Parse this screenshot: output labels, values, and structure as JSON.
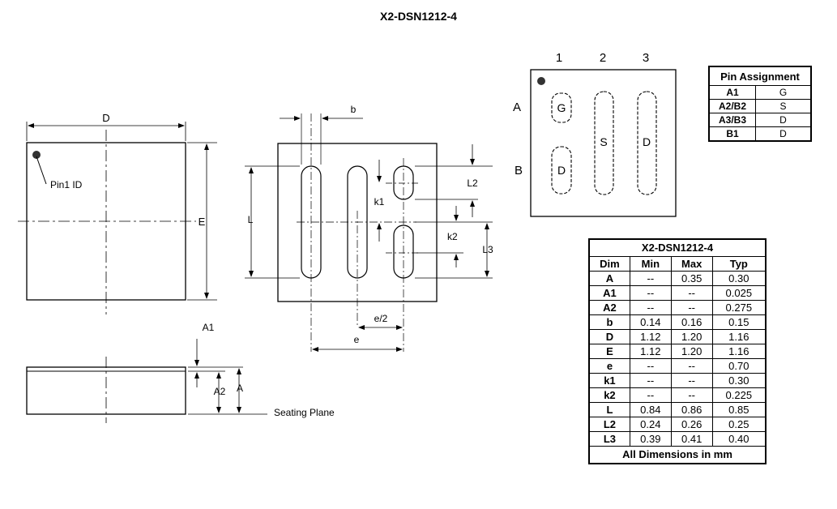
{
  "title": "X2-DSN1212-4",
  "top_view": {
    "width_label": "D",
    "height_label": "E",
    "pin1_label": "Pin1 ID"
  },
  "bottom_view": {
    "labels": {
      "b": "b",
      "L": "L",
      "k1": "k1",
      "L2": "L2",
      "k2": "k2",
      "L3": "L3",
      "e_half": "e/2",
      "e": "e"
    }
  },
  "side_view": {
    "A1": "A1",
    "A2": "A2",
    "A": "A",
    "seating_plane": "Seating Plane"
  },
  "pinout": {
    "columns": [
      "1",
      "2",
      "3"
    ],
    "rows": [
      "A",
      "B"
    ],
    "pads": {
      "A1": "G",
      "B1": "D",
      "S": "S",
      "D": "D"
    }
  },
  "pin_assignment": {
    "header": "Pin Assignment",
    "rows": [
      [
        "A1",
        "G"
      ],
      [
        "A2/B2",
        "S"
      ],
      [
        "A3/B3",
        "D"
      ],
      [
        "B1",
        "D"
      ]
    ]
  },
  "dimensions_table": {
    "caption": "X2-DSN1212-4",
    "headers": [
      "Dim",
      "Min",
      "Max",
      "Typ"
    ],
    "rows": [
      [
        "A",
        "--",
        "0.35",
        "0.30"
      ],
      [
        "A1",
        "--",
        "--",
        "0.025"
      ],
      [
        "A2",
        "--",
        "--",
        "0.275"
      ],
      [
        "b",
        "0.14",
        "0.16",
        "0.15"
      ],
      [
        "D",
        "1.12",
        "1.20",
        "1.16"
      ],
      [
        "E",
        "1.12",
        "1.20",
        "1.16"
      ],
      [
        "e",
        "--",
        "--",
        "0.70"
      ],
      [
        "k1",
        "--",
        "--",
        "0.30"
      ],
      [
        "k2",
        "--",
        "--",
        "0.225"
      ],
      [
        "L",
        "0.84",
        "0.86",
        "0.85"
      ],
      [
        "L2",
        "0.24",
        "0.26",
        "0.25"
      ],
      [
        "L3",
        "0.39",
        "0.41",
        "0.40"
      ]
    ],
    "footer": "All Dimensions in mm"
  }
}
